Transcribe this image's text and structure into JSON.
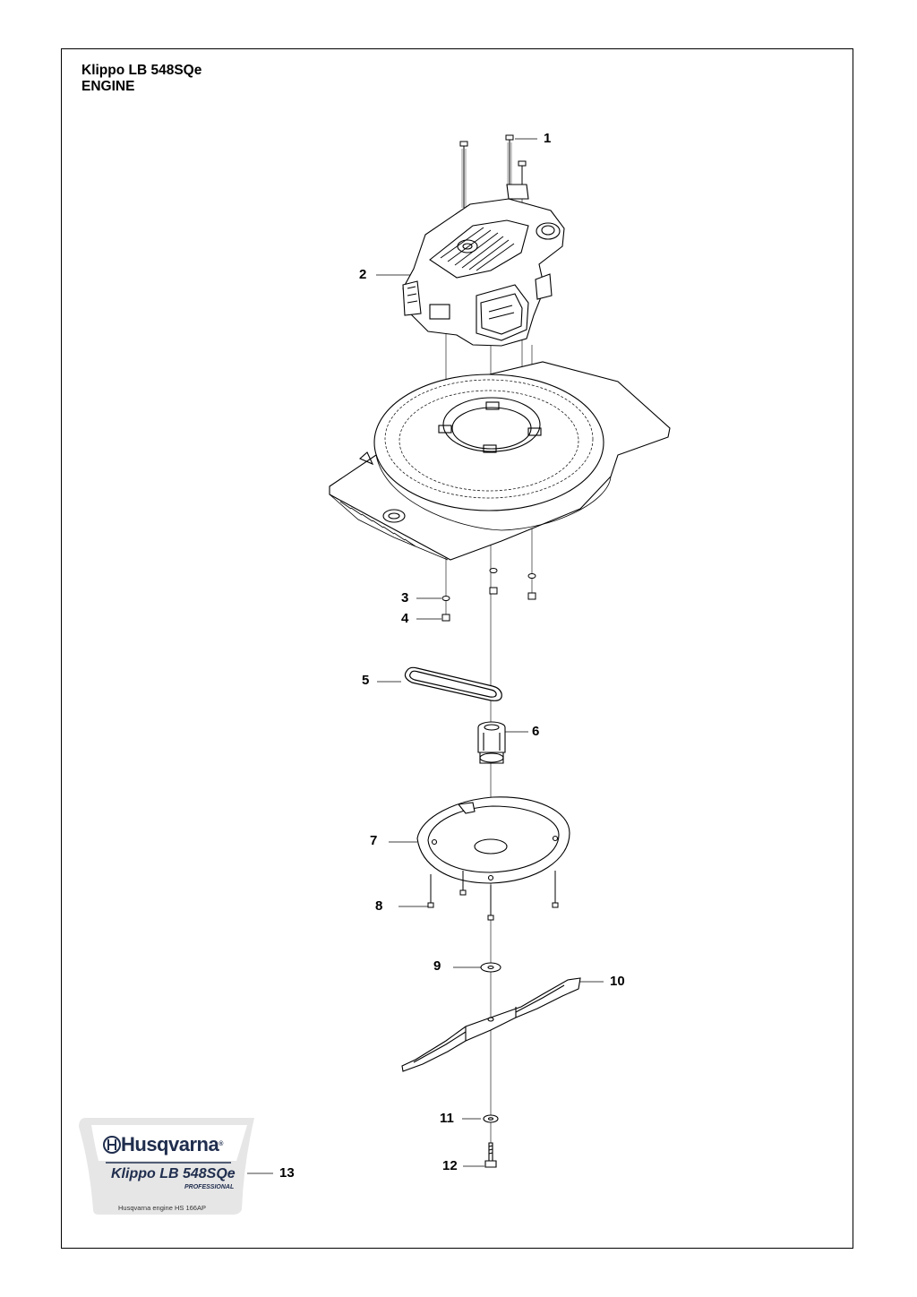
{
  "header": {
    "model": "Klippo LB 548SQe",
    "section": "ENGINE"
  },
  "callouts": {
    "c1": "1",
    "c2": "2",
    "c3": "3",
    "c4": "4",
    "c5": "5",
    "c6": "6",
    "c7": "7",
    "c8": "8",
    "c9": "9",
    "c10": "10",
    "c11": "11",
    "c12": "12",
    "c13": "13"
  },
  "decal": {
    "brand": "Husqvarna",
    "model": "Klippo LB 548SQe",
    "tagline": "PROFESSIONAL",
    "engine_note": "Husqvarna engine HS 166AP",
    "brand_color": "#202e4e"
  }
}
